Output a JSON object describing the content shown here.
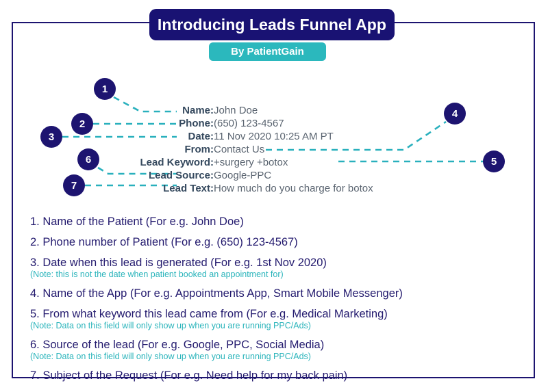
{
  "header": {
    "title": "Introducing Leads Funnel App",
    "subtitle": "By PatientGain"
  },
  "colors": {
    "navy": "#1d1470",
    "title_navy": "#191273",
    "teal": "#2bb8bd",
    "note_teal": "#2ab4bb",
    "label_gray": "#35495e",
    "value_gray": "#5a6470",
    "legend_navy": "#231a6e",
    "frame_border": "#1d1470",
    "background": "#ffffff"
  },
  "lead_card": {
    "rows": [
      {
        "label": "Name:",
        "value": "John Doe"
      },
      {
        "label": "Phone:",
        "value": "(650) 123-4567"
      },
      {
        "label": "Date:",
        "value": "11 Nov 2020 10:25 AM PT"
      },
      {
        "label": "From:",
        "value": "Contact Us"
      },
      {
        "label": "Lead Keyword:",
        "value": "+surgery +botox"
      },
      {
        "label": "Lead Source:",
        "value": "Google-PPC"
      },
      {
        "label": "Lead Text:",
        "value": "How much do you charge for botox"
      }
    ]
  },
  "badges": [
    {
      "number": "1"
    },
    {
      "number": "2"
    },
    {
      "number": "3"
    },
    {
      "number": "4"
    },
    {
      "number": "5"
    },
    {
      "number": "6"
    },
    {
      "number": "7"
    }
  ],
  "legend": {
    "items": [
      {
        "text": "1.  Name of the Patient (For e.g. John Doe)",
        "note": ""
      },
      {
        "text": "2. Phone number of Patient (For e.g. (650) 123-4567)",
        "note": ""
      },
      {
        "text": "3. Date when this lead is generated (For e.g. 1st Nov 2020)",
        "note": "(Note: this is not the date when patient booked an appointment for)"
      },
      {
        "text": "4. Name of the App (For e.g. Appointments App, Smart Mobile Messenger)",
        "note": ""
      },
      {
        "text": "5. From what keyword this lead came from (For e.g. Medical Marketing)",
        "note": "(Note: Data on this field will only show up when you are running PPC/Ads)"
      },
      {
        "text": "6. Source of the lead (For e.g. Google, PPC, Social Media)",
        "note": "(Note: Data on this field will only show up when you are running PPC/Ads)"
      },
      {
        "text": "7. Subject of the Request (For e.g. Need help for my back pain)",
        "note": ""
      }
    ]
  }
}
